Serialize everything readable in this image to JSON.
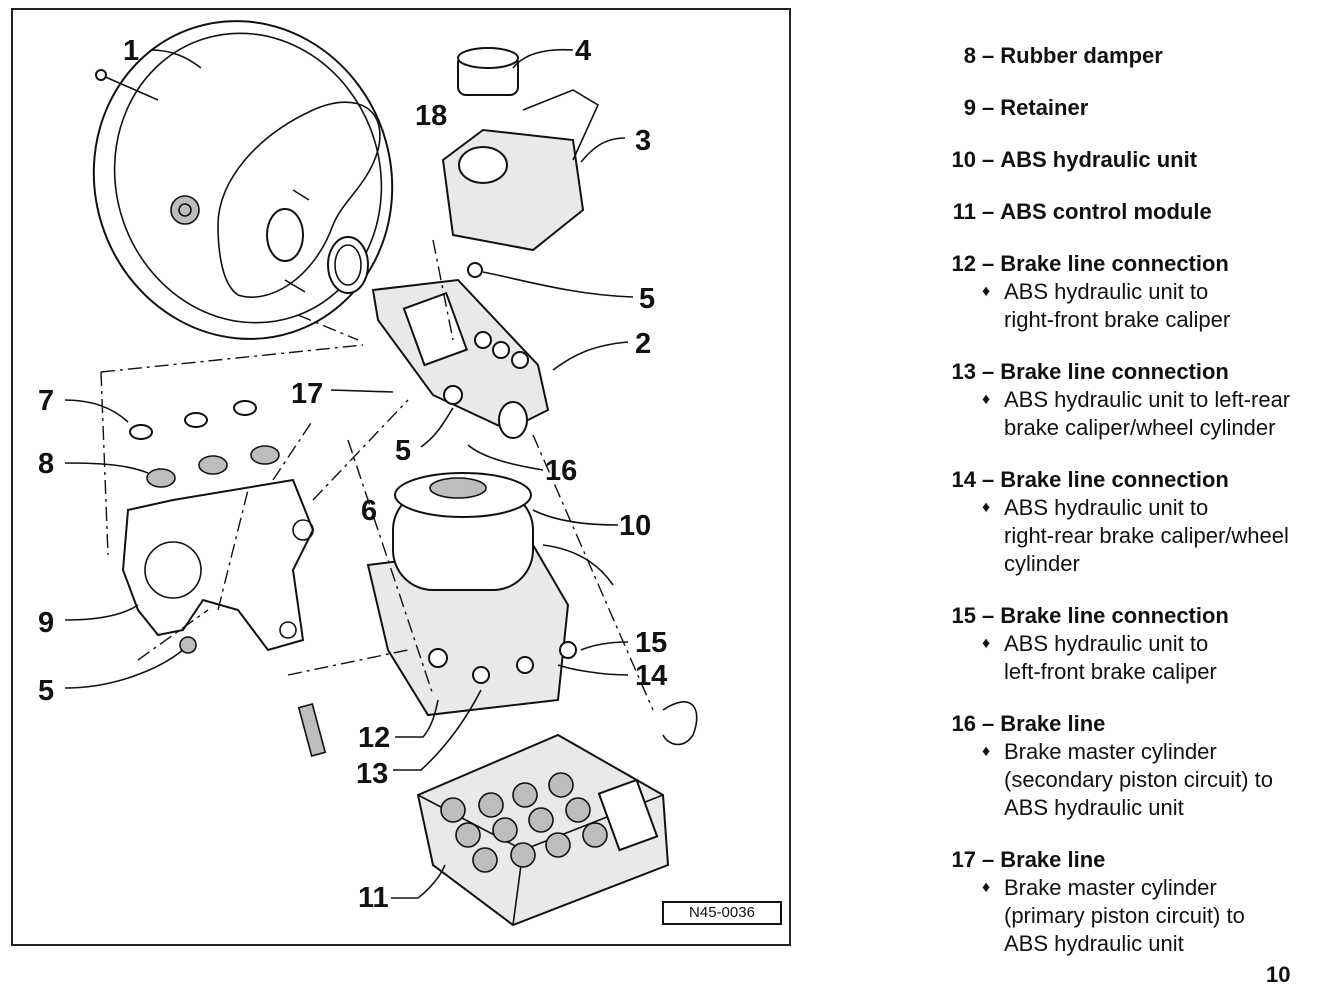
{
  "figure": {
    "code": "N45-0036",
    "callouts": [
      {
        "label": "1"
      },
      {
        "label": "4"
      },
      {
        "label": "18"
      },
      {
        "label": "3"
      },
      {
        "label": "5"
      },
      {
        "label": "2"
      },
      {
        "label": "7"
      },
      {
        "label": "17"
      },
      {
        "label": "8"
      },
      {
        "label": "5"
      },
      {
        "label": "16"
      },
      {
        "label": "6"
      },
      {
        "label": "10"
      },
      {
        "label": "9"
      },
      {
        "label": "15"
      },
      {
        "label": "5"
      },
      {
        "label": "14"
      },
      {
        "label": "12"
      },
      {
        "label": "13"
      },
      {
        "label": "11"
      }
    ]
  },
  "legend": [
    {
      "number": "8",
      "title": "Rubber damper",
      "details": []
    },
    {
      "number": "9",
      "title": "Retainer",
      "details": []
    },
    {
      "number": "10",
      "title": "ABS hydraulic unit",
      "details": []
    },
    {
      "number": "11",
      "title": "ABS control module",
      "details": []
    },
    {
      "number": "12",
      "title": "Brake line connection",
      "details": [
        "ABS hydraulic unit to",
        "right-front brake caliper"
      ]
    },
    {
      "number": "13",
      "title": "Brake line connection",
      "details": [
        "ABS hydraulic unit to left-rear",
        "brake caliper/wheel cylinder"
      ]
    },
    {
      "number": "14",
      "title": "Brake line connection",
      "details": [
        "ABS hydraulic unit to",
        "right-rear brake caliper/wheel",
        "cylinder"
      ]
    },
    {
      "number": "15",
      "title": "Brake line connection",
      "details": [
        "ABS hydraulic unit to",
        "left-front brake caliper"
      ]
    },
    {
      "number": "16",
      "title": "Brake line",
      "details": [
        "Brake master cylinder",
        "(secondary piston circuit) to",
        "ABS hydraulic unit"
      ]
    },
    {
      "number": "17",
      "title": "Brake line",
      "details": [
        "Brake master cylinder",
        "(primary piston circuit) to",
        "ABS hydraulic unit"
      ]
    }
  ],
  "separator": "–",
  "bullet_glyph": "♦",
  "page_number": "10"
}
